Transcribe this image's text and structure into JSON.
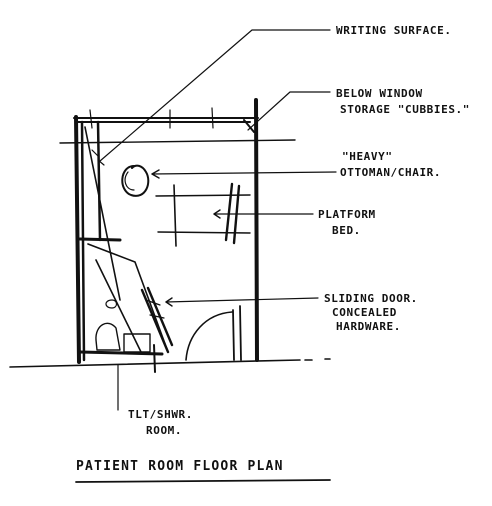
{
  "diagram": {
    "title": "PATIENT ROOM FLOOR PLAN",
    "labels": {
      "writing_surface": "WRITING SURFACE.",
      "storage_line1": "BELOW WINDOW",
      "storage_line2": "STORAGE \"CUBBIES.\"",
      "ottoman_line1": "\"HEAVY\"",
      "ottoman_line2": "OTTOMAN/CHAIR.",
      "bed_line1": "PLATFORM",
      "bed_line2": "BED.",
      "door_line1": "SLIDING DOOR.",
      "door_line2": "CONCEALED",
      "door_line3": "HARDWARE.",
      "toilet_line1": "TLT/SHWR.",
      "toilet_line2": "ROOM."
    },
    "ink_color": "#111111"
  }
}
